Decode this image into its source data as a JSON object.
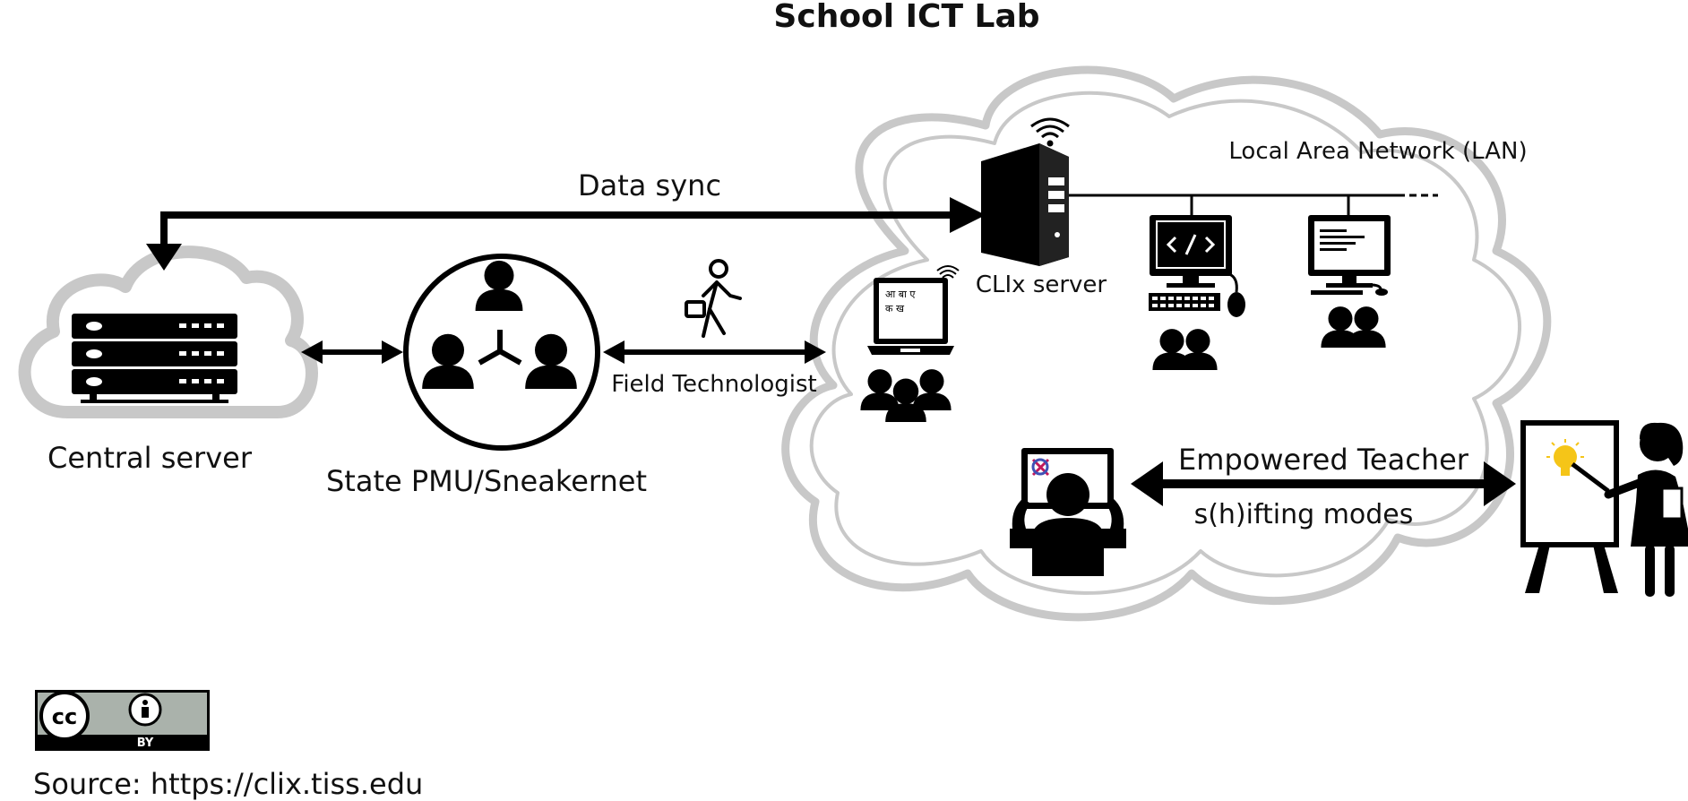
{
  "title": "School ICT Lab",
  "labels": {
    "lan": "Local Area Network (LAN)",
    "data_sync": "Data sync",
    "clix_server": "CLIx server",
    "central_server": "Central server",
    "state_pmu": "State PMU/Sneakernet",
    "field_technologist": "Field Technologist",
    "empowered_teacher": "Empowered Teacher",
    "shifting_modes": "s(h)ifting modes",
    "laptop_screen_line1": "आ बा ए",
    "laptop_screen_line2": "क ख"
  },
  "license": {
    "cc": "cc",
    "by": "BY"
  },
  "source": "Source: https://clix.tiss.edu",
  "colors": {
    "ink": "#000000",
    "cloud": "#c8c8c8",
    "bulb": "#f5c518",
    "badge_bg": "#aab2ab",
    "logo_pink": "#c2185b",
    "logo_blue": "#3f51b5"
  }
}
